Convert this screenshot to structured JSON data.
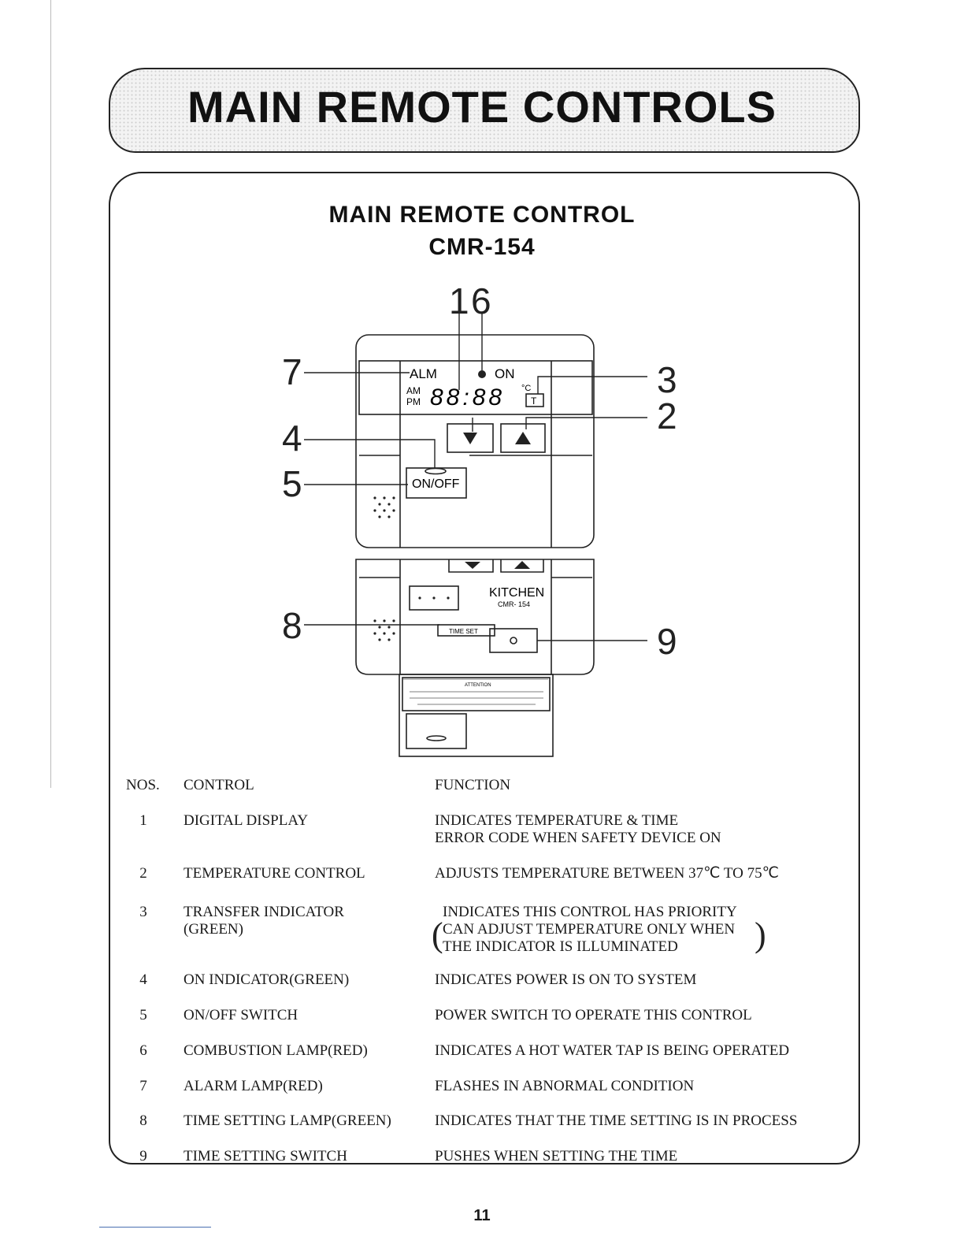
{
  "page": {
    "banner_title": "MAIN REMOTE CONTROLS",
    "heading_line1": "MAIN REMOTE CONTROL",
    "heading_line2": "CMR-154",
    "page_number": "11"
  },
  "diagram": {
    "callouts": [
      "1",
      "6",
      "7",
      "3",
      "2",
      "4",
      "5",
      "8",
      "9"
    ],
    "display": {
      "alarm_label": "ALM",
      "on_label": "ON",
      "am_label": "AM",
      "pm_label": "PM",
      "digits": "88:88",
      "unit": "°C",
      "transfer_label": "T"
    },
    "buttons": {
      "onoff_label": "ON/OFF",
      "time_set_label": "TIME SET"
    },
    "lower_unit": {
      "brand_label": "KITCHEN",
      "model_label": "CMR- 154",
      "attention_label": "ATTENTION"
    }
  },
  "table": {
    "headers": {
      "nos": "NOS.",
      "control": "CONTROL",
      "function": "FUNCTION"
    },
    "rows": [
      {
        "no": "1",
        "control": "DIGITAL DISPLAY",
        "function": "INDICATES TEMPERATURE & TIME\nERROR CODE WHEN SAFETY DEVICE ON"
      },
      {
        "no": "2",
        "control": "TEMPERATURE CONTROL",
        "function": "ADJUSTS TEMPERATURE BETWEEN 37℃ TO 75℃"
      },
      {
        "no": "3",
        "control": "TRANSFER INDICATOR\n(GREEN)",
        "function": "INDICATES THIS CONTROL HAS PRIORITY\nCAN ADJUST TEMPERATURE ONLY WHEN\nTHE INDICATOR IS ILLUMINATED"
      },
      {
        "no": "4",
        "control": "ON INDICATOR(GREEN)",
        "function": "INDICATES POWER IS ON TO SYSTEM"
      },
      {
        "no": "5",
        "control": "ON/OFF SWITCH",
        "function": "POWER SWITCH TO OPERATE THIS CONTROL"
      },
      {
        "no": "6",
        "control": "COMBUSTION LAMP(RED)",
        "function": "INDICATES A HOT WATER TAP IS BEING OPERATED"
      },
      {
        "no": "7",
        "control": "ALARM LAMP(RED)",
        "function": "FLASHES IN ABNORMAL CONDITION"
      },
      {
        "no": "8",
        "control": "TIME SETTING LAMP(GREEN)",
        "function": "INDICATES THAT THE TIME SETTING IS IN PROCESS"
      },
      {
        "no": "9",
        "control": "TIME SETTING SWITCH",
        "function": "PUSHES WHEN SETTING THE TIME"
      }
    ]
  }
}
